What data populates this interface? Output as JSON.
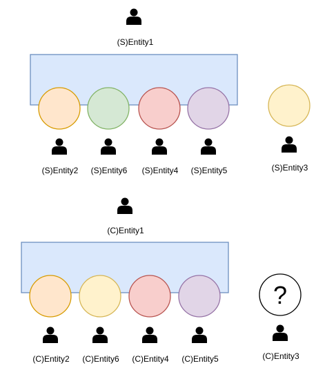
{
  "colors": {
    "rect_fill": "#dae8fc",
    "rect_stroke": "#6c8ebf",
    "orange_fill": "#ffe6cc",
    "orange_stroke": "#d79b00",
    "green_fill": "#d5e8d4",
    "green_stroke": "#82b366",
    "red_fill": "#f8cecc",
    "red_stroke": "#b85450",
    "purple_fill": "#e1d5e7",
    "purple_stroke": "#9673a6",
    "yellow_fill": "#fff2cc",
    "yellow_stroke": "#d6b656",
    "unknown_fill": "#ffffff",
    "unknown_stroke": "#000000"
  },
  "server": {
    "leader": {
      "label": "(S)Entity1",
      "icon": "person-icon"
    },
    "members": [
      {
        "label": "(S)Entity2",
        "color": "orange"
      },
      {
        "label": "(S)Entity6",
        "color": "green"
      },
      {
        "label": "(S)Entity4",
        "color": "red"
      },
      {
        "label": "(S)Entity5",
        "color": "purple"
      }
    ],
    "outsider": {
      "label": "(S)Entity3",
      "color": "yellow"
    }
  },
  "client": {
    "leader": {
      "label": "(C)Entity1",
      "icon": "person-icon"
    },
    "members": [
      {
        "label": "(C)Entity2",
        "color": "orange"
      },
      {
        "label": "(C)Entity6",
        "color": "yellow"
      },
      {
        "label": "(C)Entity4",
        "color": "red"
      },
      {
        "label": "(C)Entity5",
        "color": "purple"
      }
    ],
    "outsider": {
      "label": "(C)Entity3",
      "color": "unknown",
      "symbol": "?"
    }
  }
}
